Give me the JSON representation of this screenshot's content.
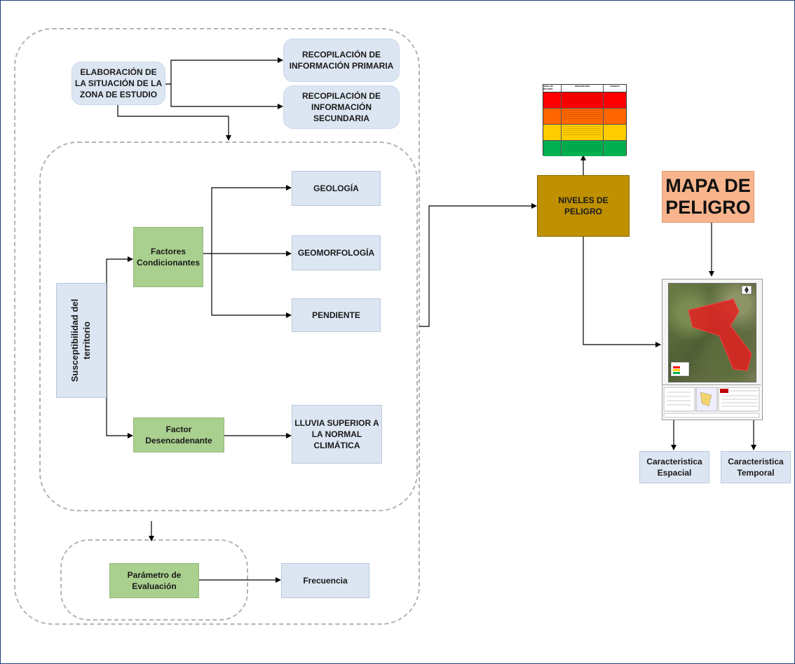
{
  "nodes": {
    "elaboracion": "ELABORACIÓN DE LA SITUACIÓN DE LA ZONA DE ESTUDIO",
    "primaria": "RECOPILACIÓN DE INFORMACIÓN PRIMARIA",
    "secundaria": "RECOPILACIÓN DE INFORMACIÓN SECUNDARIA",
    "susceptibilidad": "Susceptibilidad del territorio",
    "condicionantes": "Factores Condicionantes",
    "desencadenante": "Factor Desencadenante",
    "geologia": "GEOLOGÍA",
    "geomorfologia": "GEOMORFOLOGÍA",
    "pendiente": "PENDIENTE",
    "lluvia": "LLUVIA SUPERIOR A LA NORMAL CLIMÁTICA",
    "parametro": "Parámetro de Evaluación",
    "frecuencia": "Frecuencia",
    "niveles": "NIVELES DE PELIGRO",
    "mapa": "MAPA DE PELIGRO",
    "espacial": "Caracteristica Espacial",
    "temporal": "Caracteristica Temporal"
  },
  "table_thumbnail": {
    "headers": [
      "NIVEL DE PELIGRO",
      "DESCRIPCIÓN",
      "RANGOS"
    ],
    "row_colors": [
      "#ff0000",
      "#ff6600",
      "#ffcc00",
      "#00b050"
    ]
  },
  "map_thumbnail": {
    "hazard_color": "#e02020"
  },
  "colors": {
    "blue_box": "#dce6f2",
    "green_box": "#a9d08e",
    "gold_box": "#bf9000",
    "orange_box": "#f8b48c",
    "frame": "#1f3f7a"
  }
}
